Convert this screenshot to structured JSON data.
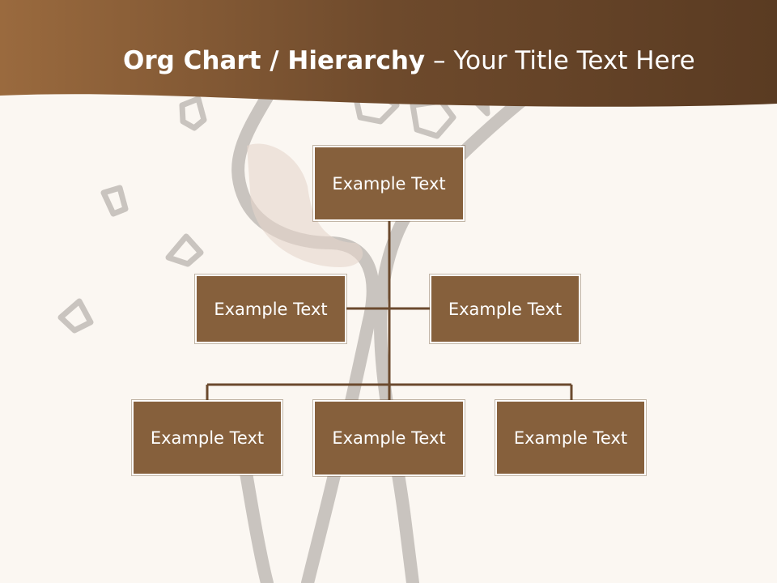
{
  "slide": {
    "title_bold": "Org Chart / Hierarchy",
    "title_dash": " – ",
    "title_rest": "Your Title Text Here"
  },
  "theme": {
    "header_color": "#7a5433",
    "box_fill": "#86603c",
    "box_border": "#ffffff",
    "connector_color": "#6b4a2e",
    "background": "#fbf7f2",
    "watermark_color": "#c9c4bf"
  },
  "org_chart": {
    "root": {
      "label": "Example Text"
    },
    "assistants": [
      {
        "label": "Example Text"
      },
      {
        "label": "Example Text"
      }
    ],
    "children": [
      {
        "label": "Example Text"
      },
      {
        "label": "Example Text"
      },
      {
        "label": "Example Text"
      }
    ]
  }
}
